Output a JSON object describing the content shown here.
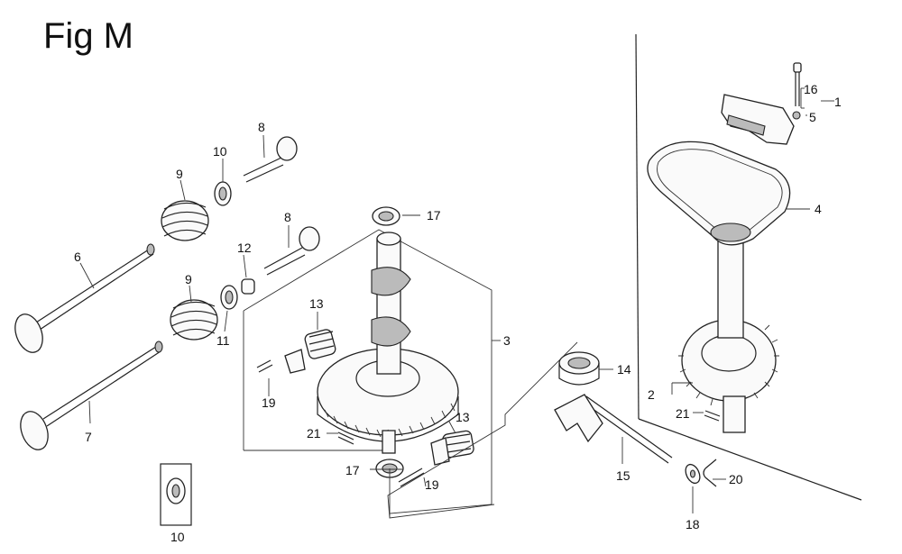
{
  "figure": {
    "title": "Fig M"
  },
  "labels": {
    "l1": "1",
    "l2": "2",
    "l3": "3",
    "l4": "4",
    "l5": "5",
    "l6": "6",
    "l7": "7",
    "l8a": "8",
    "l8b": "8",
    "l9a": "9",
    "l9b": "9",
    "l10a": "10",
    "l10b": "10",
    "l11": "11",
    "l12": "12",
    "l13a": "13",
    "l13b": "13",
    "l14": "14",
    "l15": "15",
    "l16": "16",
    "l17a": "17",
    "l17b": "17",
    "l18": "18",
    "l19a": "19",
    "l19b": "19",
    "l20": "20",
    "l21a": "21",
    "l21b": "21"
  }
}
